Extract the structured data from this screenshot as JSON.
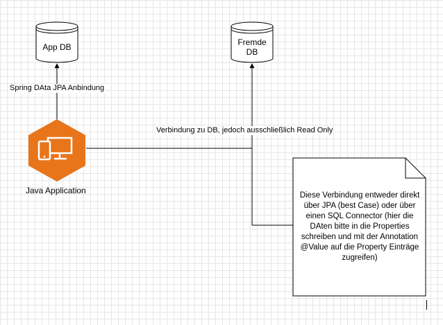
{
  "nodes": {
    "app_db": {
      "label": "App DB"
    },
    "fremde_db": {
      "label_line1": "Fremde",
      "label_line2": "DB"
    },
    "java_app": {
      "label": "Java Application",
      "color": "#E8751A"
    }
  },
  "edges": {
    "spring_jpa": {
      "label": "Spring DAta JPA Anbindung"
    },
    "read_only": {
      "label": "Verbindung zu DB, jedoch ausschließlich Read Only"
    }
  },
  "note": {
    "lines": [
      "Diese Verbindung entweder direkt",
      "über JPA (best Case) oder über",
      "einen SQL Connector (hier die",
      "DAten bitte in die Properties",
      "schreiben und mit der Annotation",
      "@Value auf die Property Einträge",
      "zugreifen)"
    ]
  }
}
